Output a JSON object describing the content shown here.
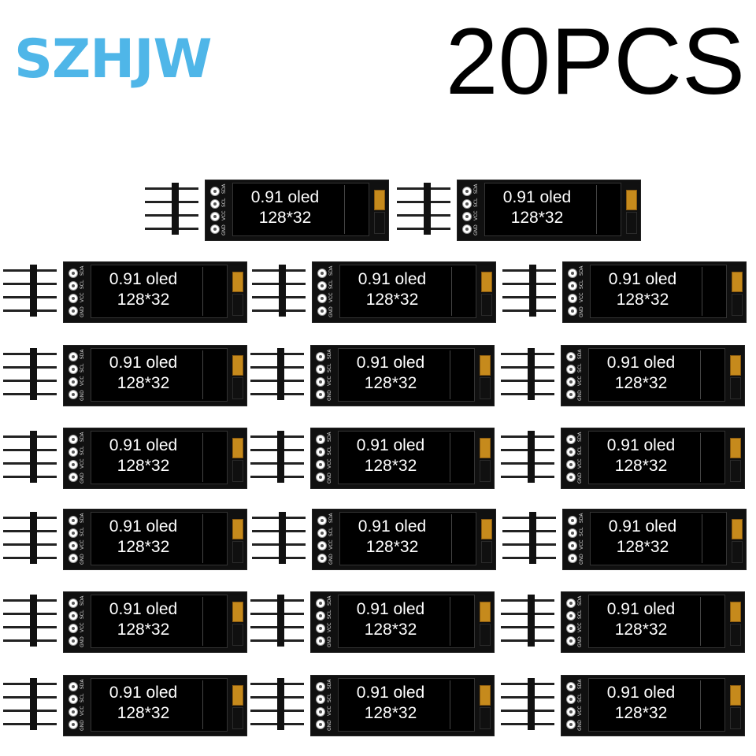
{
  "brand": {
    "text": "SZHJW",
    "color": "#4fb6e8"
  },
  "quantity": {
    "text": "20PCS"
  },
  "module": {
    "screen_line1": "0.91 oled",
    "screen_line2": "128*32",
    "pin_labels": [
      "SDA",
      "SCL",
      "VCC",
      "GND"
    ],
    "ribbon_color": "#c68a1c"
  },
  "layout_rows": [
    2,
    3,
    3,
    3,
    3,
    3,
    3
  ]
}
